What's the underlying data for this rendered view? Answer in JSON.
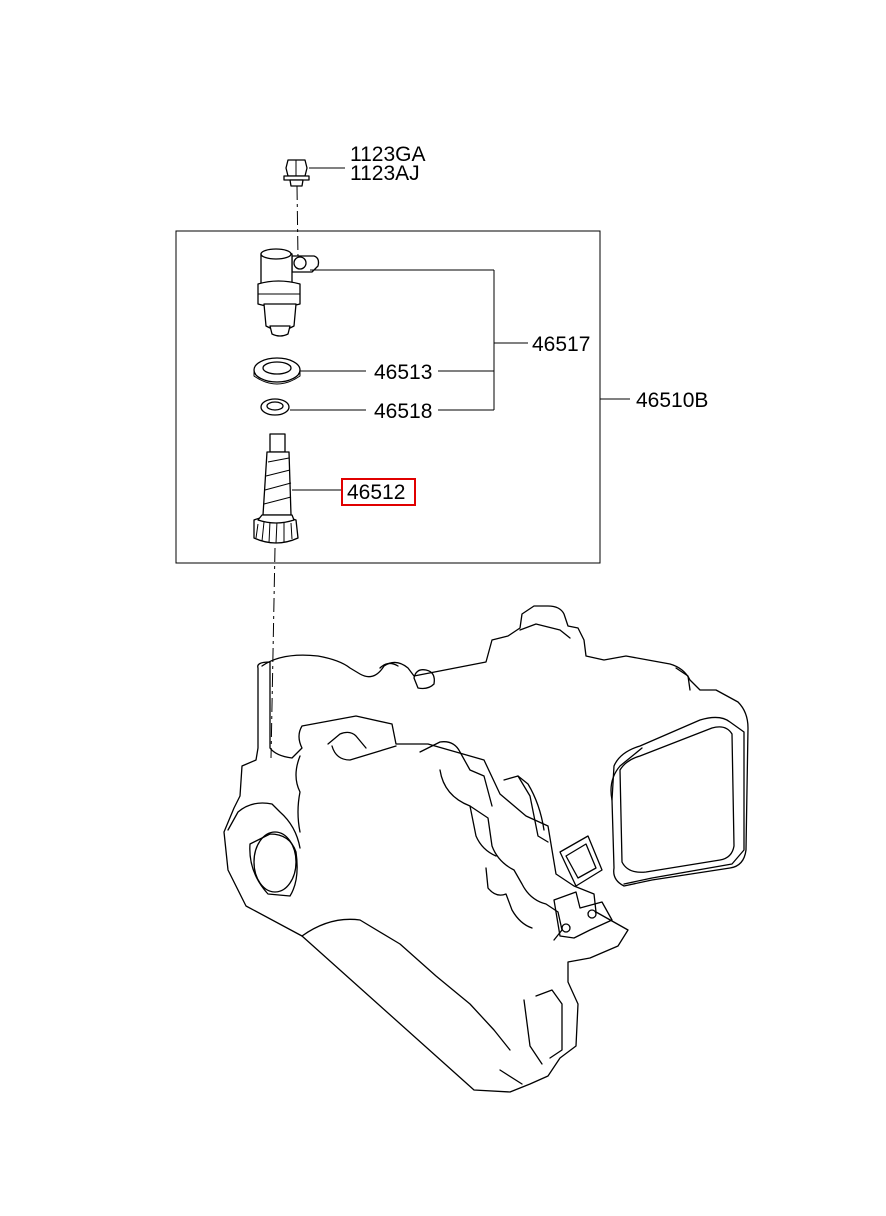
{
  "labels": {
    "bolt_a": "1123GA",
    "bolt_b": "1123AJ",
    "sensor_assembly": "46517",
    "o_ring": "46513",
    "seal": "46518",
    "kit": "46510B",
    "driven_gear": "46512"
  },
  "highlight_color": "#e00000"
}
